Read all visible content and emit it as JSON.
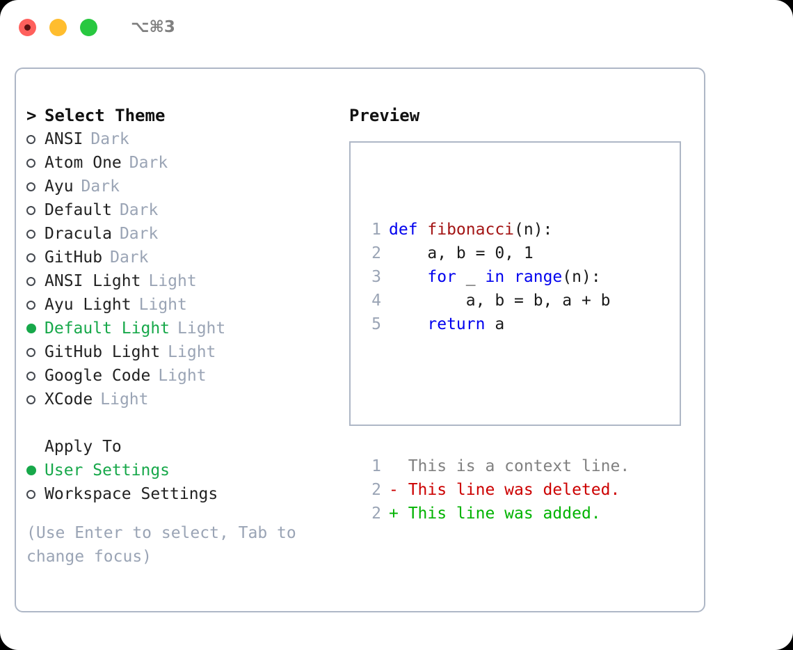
{
  "window": {
    "shortcut": "⌥⌘3",
    "traffic_lights": [
      {
        "name": "close-button",
        "color": "#ff605c"
      },
      {
        "name": "minimize-button",
        "color": "#ffbd2e"
      },
      {
        "name": "maximize-button",
        "color": "#28c840"
      }
    ]
  },
  "colors": {
    "accent_green": "#17a84a",
    "muted": "#9aa4b5",
    "border": "#aeb7c6",
    "keyword": "#0000ee",
    "function": "#a31515",
    "diff_deleted": "#cc0000",
    "diff_added": "#00b300",
    "diff_context": "#808080"
  },
  "theme_picker": {
    "caret": ">",
    "title": "Select Theme",
    "items": [
      {
        "name": "ANSI",
        "badge": "Dark",
        "selected": false
      },
      {
        "name": "Atom One",
        "badge": "Dark",
        "selected": false
      },
      {
        "name": "Ayu",
        "badge": "Dark",
        "selected": false
      },
      {
        "name": "Default",
        "badge": "Dark",
        "selected": false
      },
      {
        "name": "Dracula",
        "badge": "Dark",
        "selected": false
      },
      {
        "name": "GitHub",
        "badge": "Dark",
        "selected": false
      },
      {
        "name": "ANSI Light",
        "badge": "Light",
        "selected": false
      },
      {
        "name": "Ayu Light",
        "badge": "Light",
        "selected": false
      },
      {
        "name": "Default Light",
        "badge": "Light",
        "selected": true
      },
      {
        "name": "GitHub Light",
        "badge": "Light",
        "selected": false
      },
      {
        "name": "Google Code",
        "badge": "Light",
        "selected": false
      },
      {
        "name": "XCode",
        "badge": "Light",
        "selected": false
      }
    ]
  },
  "apply_to": {
    "title": "Apply To",
    "options": [
      {
        "label": "User Settings",
        "selected": true
      },
      {
        "label": "Workspace Settings",
        "selected": false
      }
    ]
  },
  "hint": "(Use Enter to select, Tab to change focus)",
  "preview": {
    "title": "Preview",
    "code_lines": [
      {
        "num": "1",
        "tokens": [
          {
            "t": "def ",
            "c": "kw"
          },
          {
            "t": "fibonacci",
            "c": "fn"
          },
          {
            "t": "(n):",
            "c": "txt"
          }
        ]
      },
      {
        "num": "2",
        "tokens": [
          {
            "t": "    a, b = 0, 1",
            "c": "txt"
          }
        ]
      },
      {
        "num": "3",
        "tokens": [
          {
            "t": "    ",
            "c": "txt"
          },
          {
            "t": "for",
            "c": "kw"
          },
          {
            "t": " _ ",
            "c": "txt"
          },
          {
            "t": "in",
            "c": "kw"
          },
          {
            "t": " ",
            "c": "txt"
          },
          {
            "t": "range",
            "c": "kw"
          },
          {
            "t": "(n):",
            "c": "txt"
          }
        ]
      },
      {
        "num": "4",
        "tokens": [
          {
            "t": "        a, b = b, a + b",
            "c": "txt"
          }
        ]
      },
      {
        "num": "5",
        "tokens": [
          {
            "t": "    ",
            "c": "txt"
          },
          {
            "t": "return",
            "c": "kw"
          },
          {
            "t": " a",
            "c": "txt"
          }
        ]
      }
    ],
    "diff_lines": [
      {
        "num": "1",
        "marker": " ",
        "text": "  This is a context line.",
        "c": "ctx"
      },
      {
        "num": "2",
        "marker": "-",
        "text": "- This line was deleted.",
        "c": "del"
      },
      {
        "num": "2",
        "marker": "+",
        "text": "+ This line was added.",
        "c": "add"
      }
    ]
  }
}
